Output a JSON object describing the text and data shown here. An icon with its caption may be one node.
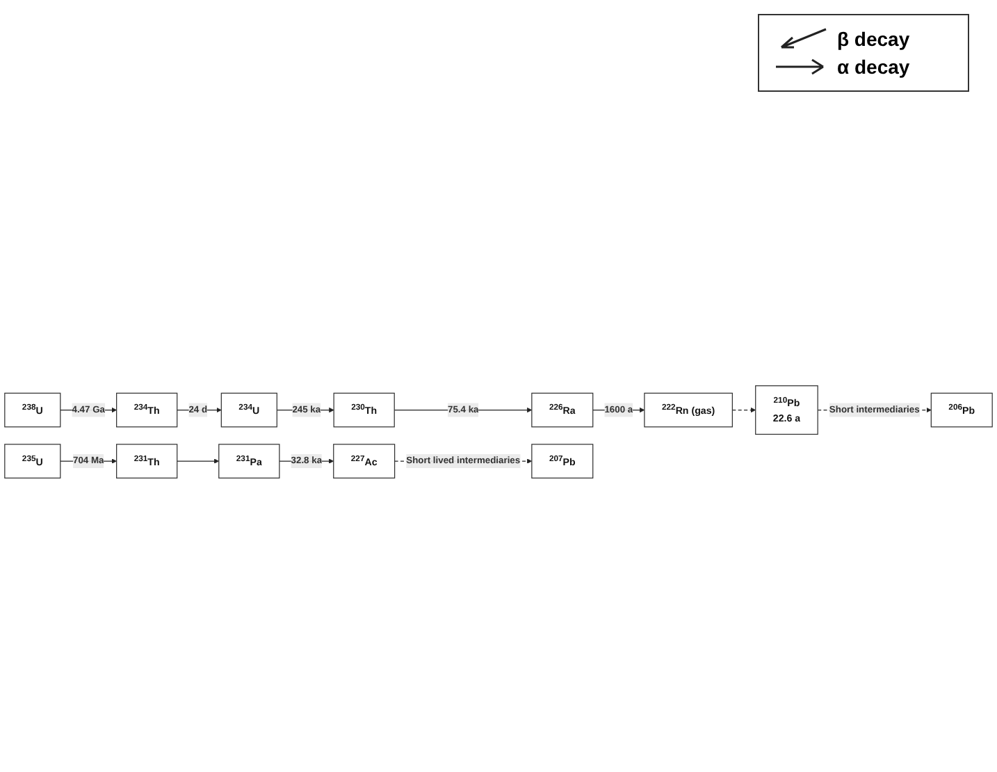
{
  "diagram": {
    "nodes": [
      {
        "text": [
          "$^{238}$U"
        ]
      },
      {
        "text": [
          "$^{234}$Th"
        ]
      },
      {
        "text": [
          "$^{234}$U"
        ]
      },
      {
        "text": [
          "$^{230}$Th"
        ]
      },
      {
        "text": [
          "$^{226}$Ra"
        ]
      },
      {
        "text": [
          "$^{222}$Rn (gas)"
        ]
      },
      {
        "text": [
          "$^{210}$Pb",
          "22.6 a"
        ]
      },
      {
        "text": [
          "$^{206}$Pb"
        ]
      },
      {
        "text": [
          "$^{235}$U"
        ]
      },
      {
        "text": [
          "$^{231}$Th"
        ]
      },
      {
        "text": [
          "$^{231}$Pa"
        ]
      },
      {
        "text": [
          "$^{227}$Ac"
        ]
      },
      {
        "text": [
          "$^{207}$Pb"
        ]
      }
    ],
    "edges": [
      {
        "from": 0,
        "to": 1,
        "arrow": "to",
        "label": "4.47 Ga"
      },
      {
        "from": 1,
        "to": 2,
        "arrow": "to",
        "label": "24 d"
      },
      {
        "from": 2,
        "to": 3,
        "arrow": "to",
        "label": "245 ka"
      },
      {
        "from": 3,
        "to": 4,
        "arrow": "to",
        "label": "75.4 ka"
      },
      {
        "from": 4,
        "to": 5,
        "arrow": "to",
        "label": "1600 a"
      },
      {
        "from": 5,
        "to": 6,
        "arrow": "to",
        "style": "dashed"
      },
      {
        "from": 6,
        "to": 7,
        "arrow": "to",
        "style": "dashed",
        "label": "Short intermediaries"
      },
      {
        "from": 8,
        "to": 9,
        "arrow": "to",
        "label": "704 Ma"
      },
      {
        "from": 9,
        "to": 10,
        "arrow": "to"
      },
      {
        "from": 10,
        "to": 11,
        "arrow": "to",
        "label": "32.8 ka"
      },
      {
        "from": 11,
        "to": 12,
        "arrow": "to",
        "style": "dashed",
        "label": "Short lived intermediaries"
      }
    ],
    "legend": [
      {
        "text": "β decay"
      },
      {
        "text": "α decay"
      }
    ]
  }
}
